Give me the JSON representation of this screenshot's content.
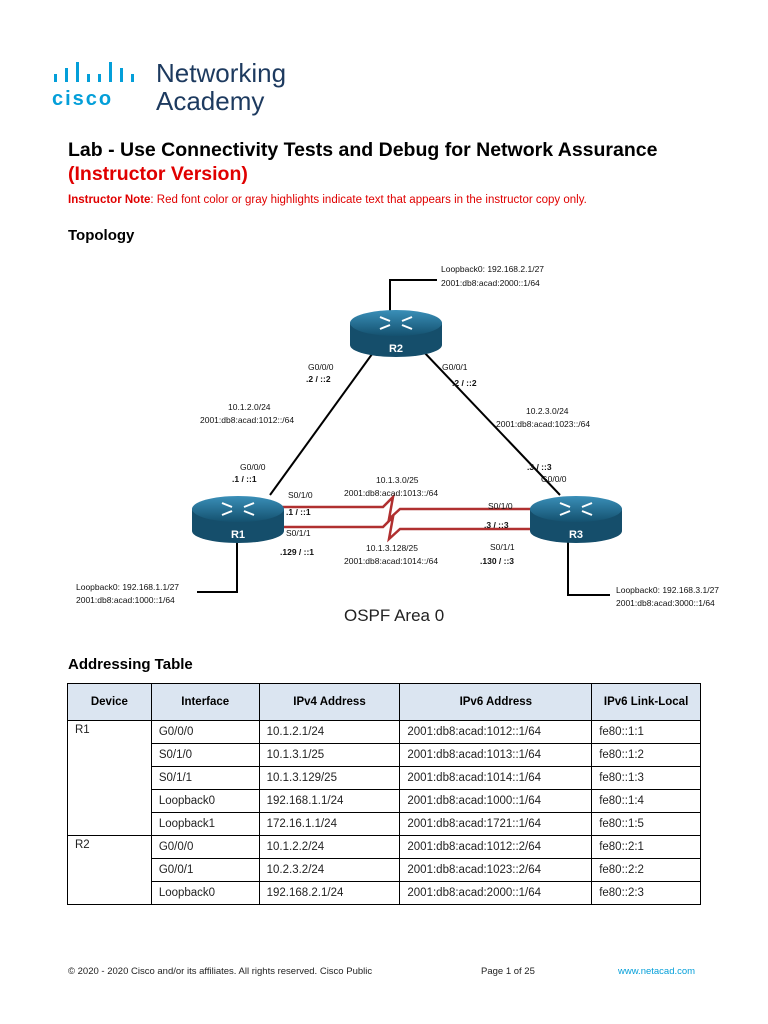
{
  "header": {
    "logo_wordmark": "cisco",
    "logo_line1": "Networking",
    "logo_line2": "Academy",
    "brand_color": "#049fd9"
  },
  "document": {
    "title": "Lab - Use Connectivity Tests and Debug for Network Assurance",
    "subtitle": "(Instructor Version)",
    "note_label": "Instructor Note",
    "note_text": ": Red font color or gray highlights indicate text that appears in the instructor copy only.",
    "topology_heading": "Topology",
    "addressing_heading": "Addressing Table"
  },
  "topology": {
    "routers": {
      "r1": "R1",
      "r2": "R2",
      "r3": "R3"
    },
    "r2_loopback": [
      "Loopback0: 192.168.2.1/27",
      "2001:db8:acad:2000::1/64"
    ],
    "r1_loopback": [
      "Loopback0: 192.168.1.1/27",
      "2001:db8:acad:1000::1/64"
    ],
    "r3_loopback": [
      "Loopback0: 192.168.3.1/27",
      "2001:db8:acad:3000::1/64"
    ],
    "r2_g000": "G0/0/0",
    "r2_g000_addr": ".2 / ::2",
    "r2_g001": "G0/0/1",
    "r2_g001_addr": ".2 / ::2",
    "link_r1r2": [
      "10.1.2.0/24",
      "2001:db8:acad:1012::/64"
    ],
    "link_r2r3": [
      "10.2.3.0/24",
      "2001:db8:acad:1023::/64"
    ],
    "r1_g000": "G0/0/0",
    "r1_g000_addr": ".1 / ::1",
    "r3_g000": "G0/0/0",
    "r3_g000_addr": ".3 / ::3",
    "serial1_net": [
      "10.1.3.0/25",
      "2001:db8:acad:1013::/64"
    ],
    "serial2_net": [
      "10.1.3.128/25",
      "2001:db8:acad:1014::/64"
    ],
    "r1_s010": "S0/1/0",
    "r1_s010_addr": ".1 / ::1",
    "r1_s011": "S0/1/1",
    "r1_s011_addr": ".129 / ::1",
    "r3_s010": "S0/1/0",
    "r3_s010_addr": ".3 / ::3",
    "r3_s011": "S0/1/1",
    "r3_s011_addr": ".130 / ::3",
    "area_label": "OSPF Area 0"
  },
  "addressing_table": {
    "headers": [
      "Device",
      "Interface",
      "IPv4 Address",
      "IPv6 Address",
      "IPv6 Link-Local"
    ],
    "r1_device": "R1",
    "r1_rows": [
      [
        "G0/0/0",
        "10.1.2.1/24",
        "2001:db8:acad:1012::1/64",
        "fe80::1:1"
      ],
      [
        "S0/1/0",
        "10.1.3.1/25",
        "2001:db8:acad:1013::1/64",
        "fe80::1:2"
      ],
      [
        "S0/1/1",
        "10.1.3.129/25",
        "2001:db8:acad:1014::1/64",
        "fe80::1:3"
      ],
      [
        "Loopback0",
        "192.168.1.1/24",
        "2001:db8:acad:1000::1/64",
        "fe80::1:4"
      ],
      [
        "Loopback1",
        "172.16.1.1/24",
        "2001:db8:acad:1721::1/64",
        "fe80::1:5"
      ]
    ],
    "r2_device": "R2",
    "r2_rows": [
      [
        "G0/0/0",
        "10.1.2.2/24",
        "2001:db8:acad:1012::2/64",
        "fe80::2:1"
      ],
      [
        "G0/0/1",
        "10.2.3.2/24",
        "2001:db8:acad:1023::2/64",
        "fe80::2:2"
      ],
      [
        "Loopback0",
        "192.168.2.1/24",
        "2001:db8:acad:2000::1/64",
        "fe80::2:3"
      ]
    ]
  },
  "footer": {
    "copyright": "© 2020 - 2020 Cisco and/or its affiliates. All rights reserved. Cisco Public",
    "page": "Page 1 of 25",
    "website": "www.netacad.com"
  }
}
